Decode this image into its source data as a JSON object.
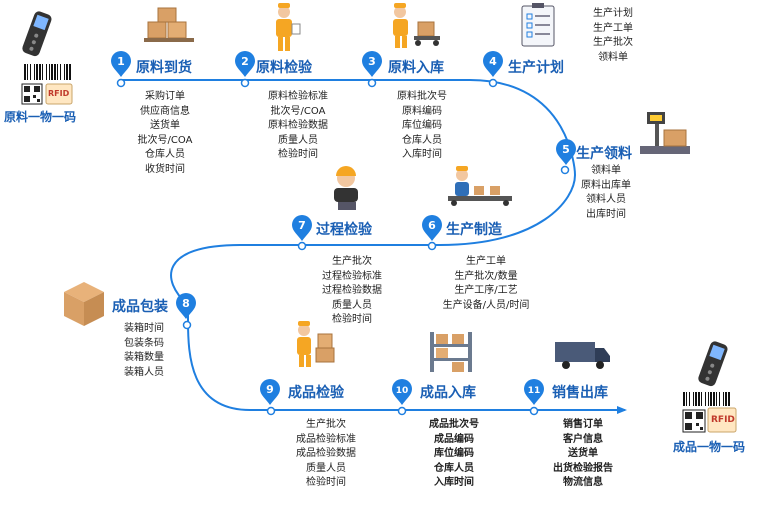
{
  "colors": {
    "accent": "#1f7fe0",
    "title": "#1a5fb4",
    "text": "#222222"
  },
  "source_code": {
    "label": "原料一物一码",
    "rfid": "RFID"
  },
  "product_code": {
    "label": "成品一物一码",
    "rfid": "RFID"
  },
  "steps": [
    {
      "num": "1",
      "title": "原料到货",
      "details": [
        "采购订单",
        "供应商信息",
        "送货单",
        "批次号/COA",
        "仓库人员",
        "收货时间"
      ]
    },
    {
      "num": "2",
      "title": "原料检验",
      "details": [
        "原料检验标准",
        "批次号/COA",
        "原料检验数据",
        "质量人员",
        "检验时间"
      ]
    },
    {
      "num": "3",
      "title": "原料入库",
      "details": [
        "原料批次号",
        "原料编码",
        "库位编码",
        "仓库人员",
        "入库时间"
      ]
    },
    {
      "num": "4",
      "title": "生产计划",
      "details": [
        "生产计划",
        "生产工单",
        "生产批次",
        "领料单"
      ]
    },
    {
      "num": "5",
      "title": "生产领料",
      "details": [
        "领料单",
        "原料出库单",
        "领料人员",
        "出库时间"
      ]
    },
    {
      "num": "6",
      "title": "生产制造",
      "details": [
        "生产工单",
        "生产批次/数量",
        "生产工序/工艺",
        "生产设备/人员/时间"
      ]
    },
    {
      "num": "7",
      "title": "过程检验",
      "details": [
        "生产批次",
        "过程检验标准",
        "过程检验数据",
        "质量人员",
        "检验时间"
      ]
    },
    {
      "num": "8",
      "title": "成品包装",
      "details": [
        "装箱时间",
        "包装条码",
        "装箱数量",
        "装箱人员"
      ]
    },
    {
      "num": "9",
      "title": "成品检验",
      "details": [
        "生产批次",
        "成品检验标准",
        "成品检验数据",
        "质量人员",
        "检验时间"
      ]
    },
    {
      "num": "10",
      "title": "成品入库",
      "details": [
        "成品批次号",
        "成品编码",
        "库位编码",
        "仓库人员",
        "入库时间"
      ]
    },
    {
      "num": "11",
      "title": "销售出库",
      "details": [
        "销售订单",
        "客户信息",
        "送货单",
        "出货检验报告",
        "物流信息"
      ]
    }
  ]
}
